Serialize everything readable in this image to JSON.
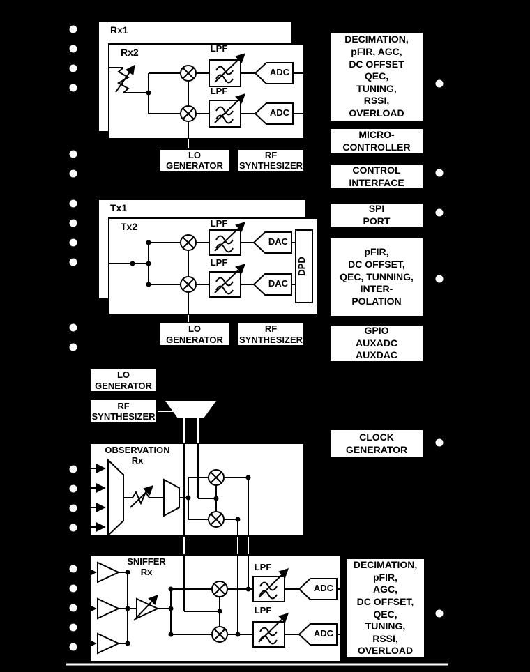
{
  "colors": {
    "background": "#000000",
    "box_fill": "#ffffff",
    "line": "#000000",
    "wire_outside": "#ffffff"
  },
  "blocks": {
    "rx1": "Rx1",
    "rx2": "Rx2",
    "tx1": "Tx1",
    "tx2": "Tx2",
    "lpf": "LPF",
    "adc": "ADC",
    "dac": "DAC",
    "dpd": "DPD",
    "lo_generator": "LO\nGENERATOR",
    "rf_synthesizer": "RF\nSYNTHESIZER",
    "observation_rx": "OBSERVATION\nRx",
    "sniffer_rx": "SNIFFER\nRx"
  },
  "right_column": {
    "rx_dsp": "DECIMATION,\npFIR, AGC,\nDC OFFSET\nQEC,\nTUNING,\nRSSI,\nOVERLOAD",
    "microcontroller": "MICRO-\nCONTROLLER",
    "control_interface": "CONTROL\nINTERFACE",
    "spi_port": "SPI\nPORT",
    "tx_dsp": "pFIR,\nDC OFFSET,\nQEC, TUNNING,\nINTER-\nPOLATION",
    "gpio": "GPIO\nAUXADC\nAUXDAC",
    "clock_generator": "CLOCK\nGENERATOR",
    "sniffer_dsp": "DECIMATION,\npFIR,\nAGC,\nDC OFFSET,\nQEC,\nTUNING,\nRSSI,\nOVERLOAD"
  }
}
